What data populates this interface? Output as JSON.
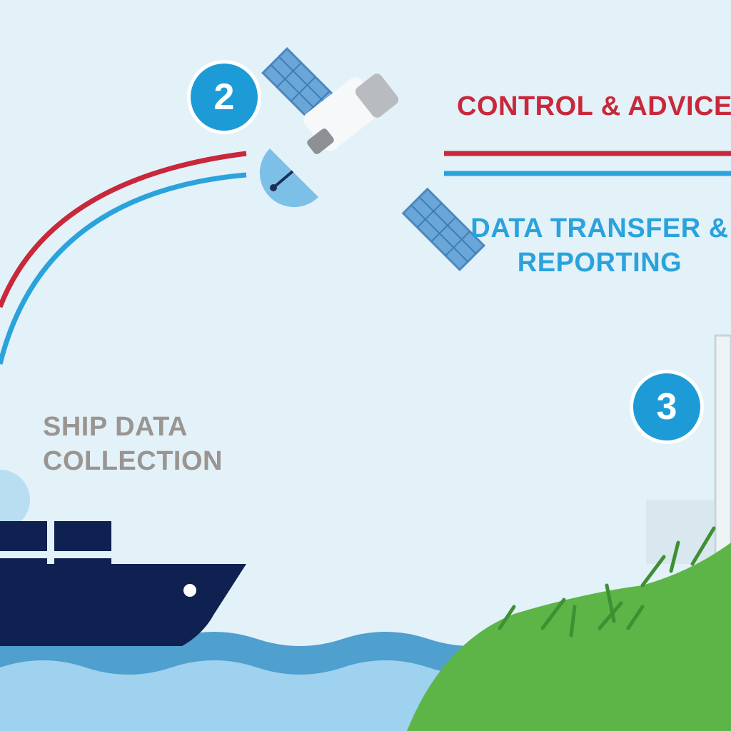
{
  "badges": {
    "step2": "2",
    "step3": "3"
  },
  "labels": {
    "control_advice": "CONTROL & ADVICE",
    "data_transfer": "DATA TRANSFER &\nREPORTING",
    "ship_data": "SHIP DATA\nCOLLECTION"
  },
  "colors": {
    "background": "#e3f1f9",
    "control_line": "#c8283a",
    "data_line": "#2aa3dc",
    "badge": "#1d9bd6",
    "ship": "#0f2150",
    "water_light": "#9ed2ee",
    "water_dark": "#4f9fcf",
    "grass": "#5db548"
  }
}
